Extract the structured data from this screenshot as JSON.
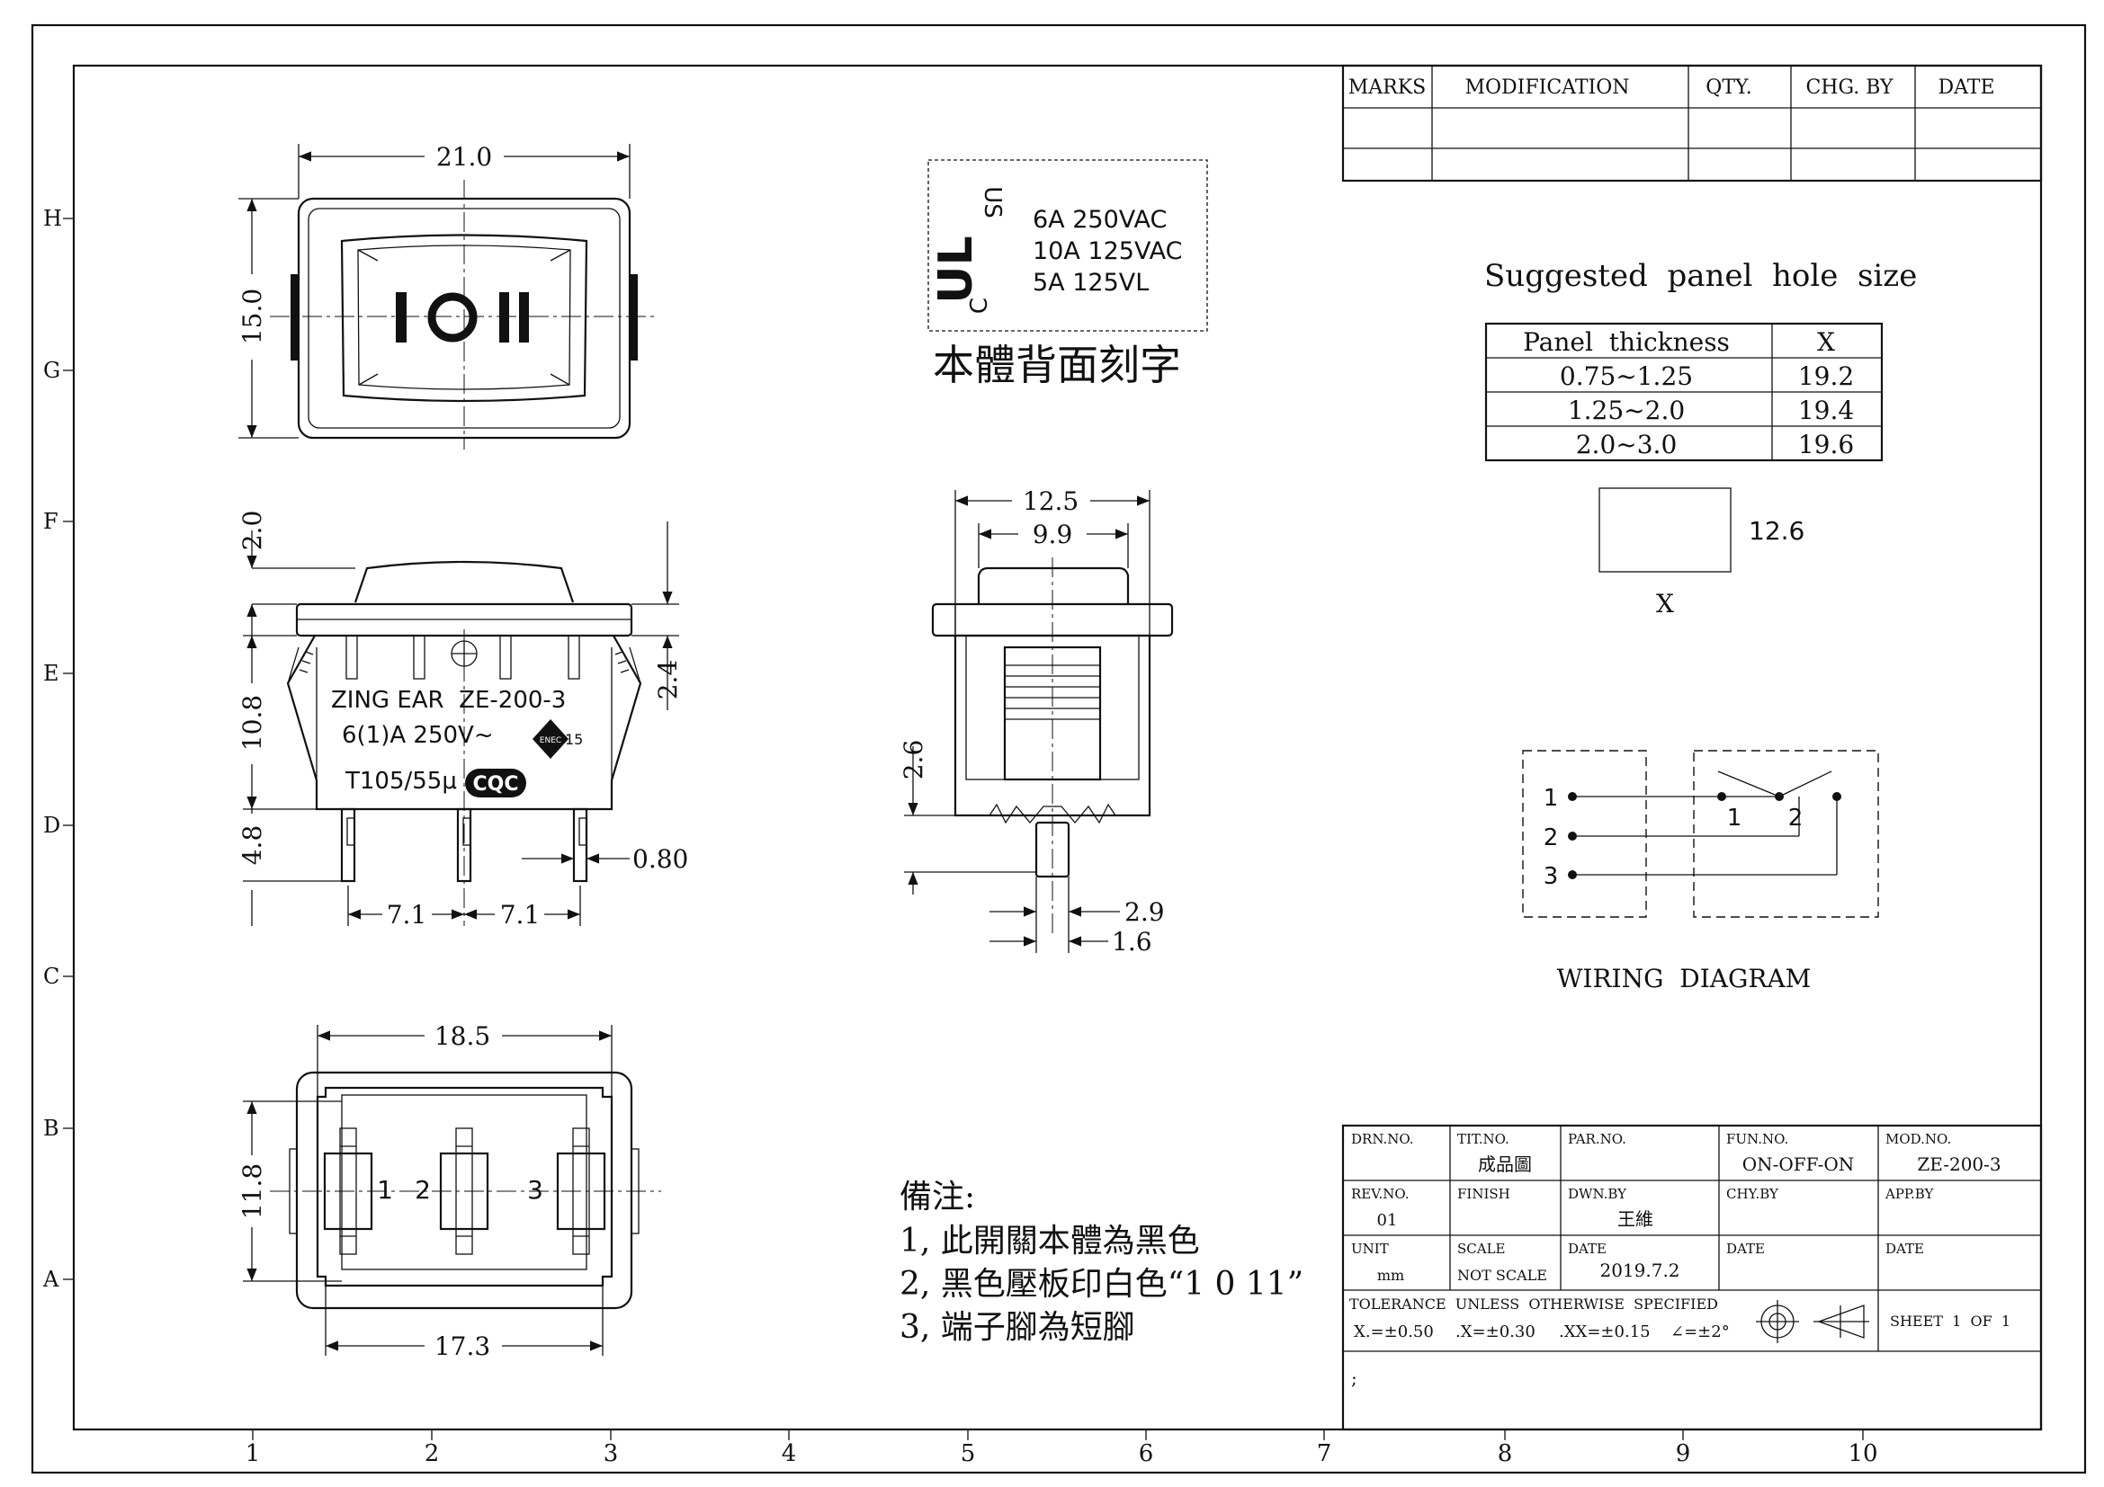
{
  "revision_table": {
    "headers": [
      "MARKS",
      "MODIFICATION",
      "QTY.",
      "CHG. BY",
      "DATE"
    ]
  },
  "grid": {
    "columns": [
      "1",
      "2",
      "3",
      "4",
      "5",
      "6",
      "7",
      "8",
      "9",
      "10"
    ],
    "rows": [
      "H",
      "G",
      "F",
      "E",
      "D",
      "C",
      "B",
      "A"
    ]
  },
  "top_view": {
    "width_dim": "21.0",
    "height_dim": "15.0",
    "actuator_legend": "I O II"
  },
  "side_view": {
    "dims": {
      "top": "2.0",
      "frame": "2.4",
      "body": "10.8",
      "pins": "4.8",
      "pin_width": "0.80",
      "pitch_left": "7.1",
      "pitch_right": "7.1"
    },
    "marking": {
      "line1": "ZING EAR  ZE-200-3",
      "line2": "6(1)A 250V~",
      "line3": "T105/55μ",
      "enec_number": "15",
      "cqc_logo": "CQC",
      "enec_logo": "ENEC"
    }
  },
  "end_view": {
    "dims": {
      "outer": "12.5",
      "inner": "9.9",
      "snap": "2.6",
      "tab_thickness": "2.9",
      "tab_offset": "1.6"
    }
  },
  "bottom_view": {
    "width_top": "18.5",
    "width_bottom": "17.3",
    "height": "11.8",
    "terminal_labels": [
      "1",
      "2",
      "3"
    ]
  },
  "ul_rating_box": {
    "logo_c": "C",
    "logo_us": "US",
    "logo_ul": "UL",
    "ratings": [
      "6A 250VAC",
      "10A 125VAC",
      "5A 125VL"
    ],
    "caption": "本體背面刻字"
  },
  "panel_hole": {
    "title": "Suggested  panel  hole  size",
    "table": {
      "headers": [
        "Panel  thickness",
        "X"
      ],
      "rows": [
        [
          "0.75~1.25",
          "19.2"
        ],
        [
          "1.25~2.0",
          "19.4"
        ],
        [
          "2.0~3.0",
          "19.6"
        ]
      ]
    },
    "hole_height": "12.6",
    "hole_width_label": "X"
  },
  "wiring_diagram": {
    "left_terminals": [
      "1",
      "2",
      "3"
    ],
    "switch_labels": [
      "1",
      "2"
    ],
    "title": "WIRING  DIAGRAM"
  },
  "notes": {
    "heading": "備注:",
    "items": [
      "1, 此開關本體為黑色",
      "2, 黑色壓板印白色“1 0 11”",
      "3, 端子腳為短腳"
    ]
  },
  "title_block": {
    "drn_no": {
      "label": "DRN.NO.",
      "value": ""
    },
    "tit_no": {
      "label": "TIT.NO.",
      "value": "成品圖"
    },
    "par_no": {
      "label": "PAR.NO.",
      "value": ""
    },
    "fun_no": {
      "label": "FUN.NO.",
      "value": "ON-OFF-ON"
    },
    "mod_no": {
      "label": "MOD.NO.",
      "value": "ZE-200-3"
    },
    "rev_no": {
      "label": "REV.NO.",
      "value": "01"
    },
    "finish": {
      "label": "FINISH",
      "value": ""
    },
    "dwn_by": {
      "label": "DWN.BY",
      "value": "王維"
    },
    "chy_by": {
      "label": "CHY.BY",
      "value": ""
    },
    "app_by": {
      "label": "APP.BY",
      "value": ""
    },
    "unit": {
      "label": "UNIT",
      "value": "mm"
    },
    "scale": {
      "label": "SCALE",
      "value": "NOT SCALE"
    },
    "date1": {
      "label": "DATE",
      "value": "2019.7.2"
    },
    "date2": {
      "label": "DATE",
      "value": ""
    },
    "date3": {
      "label": "DATE",
      "value": ""
    },
    "tolerance_title": "TOLERANCE  UNLESS  OTHERWISE  SPECIFIED",
    "tolerances": [
      "X.=±0.50",
      ".X=±0.30",
      ".XX=±0.15",
      "∠=±2°"
    ],
    "sheet": "SHEET  1  OF  1",
    "remark": ";"
  }
}
